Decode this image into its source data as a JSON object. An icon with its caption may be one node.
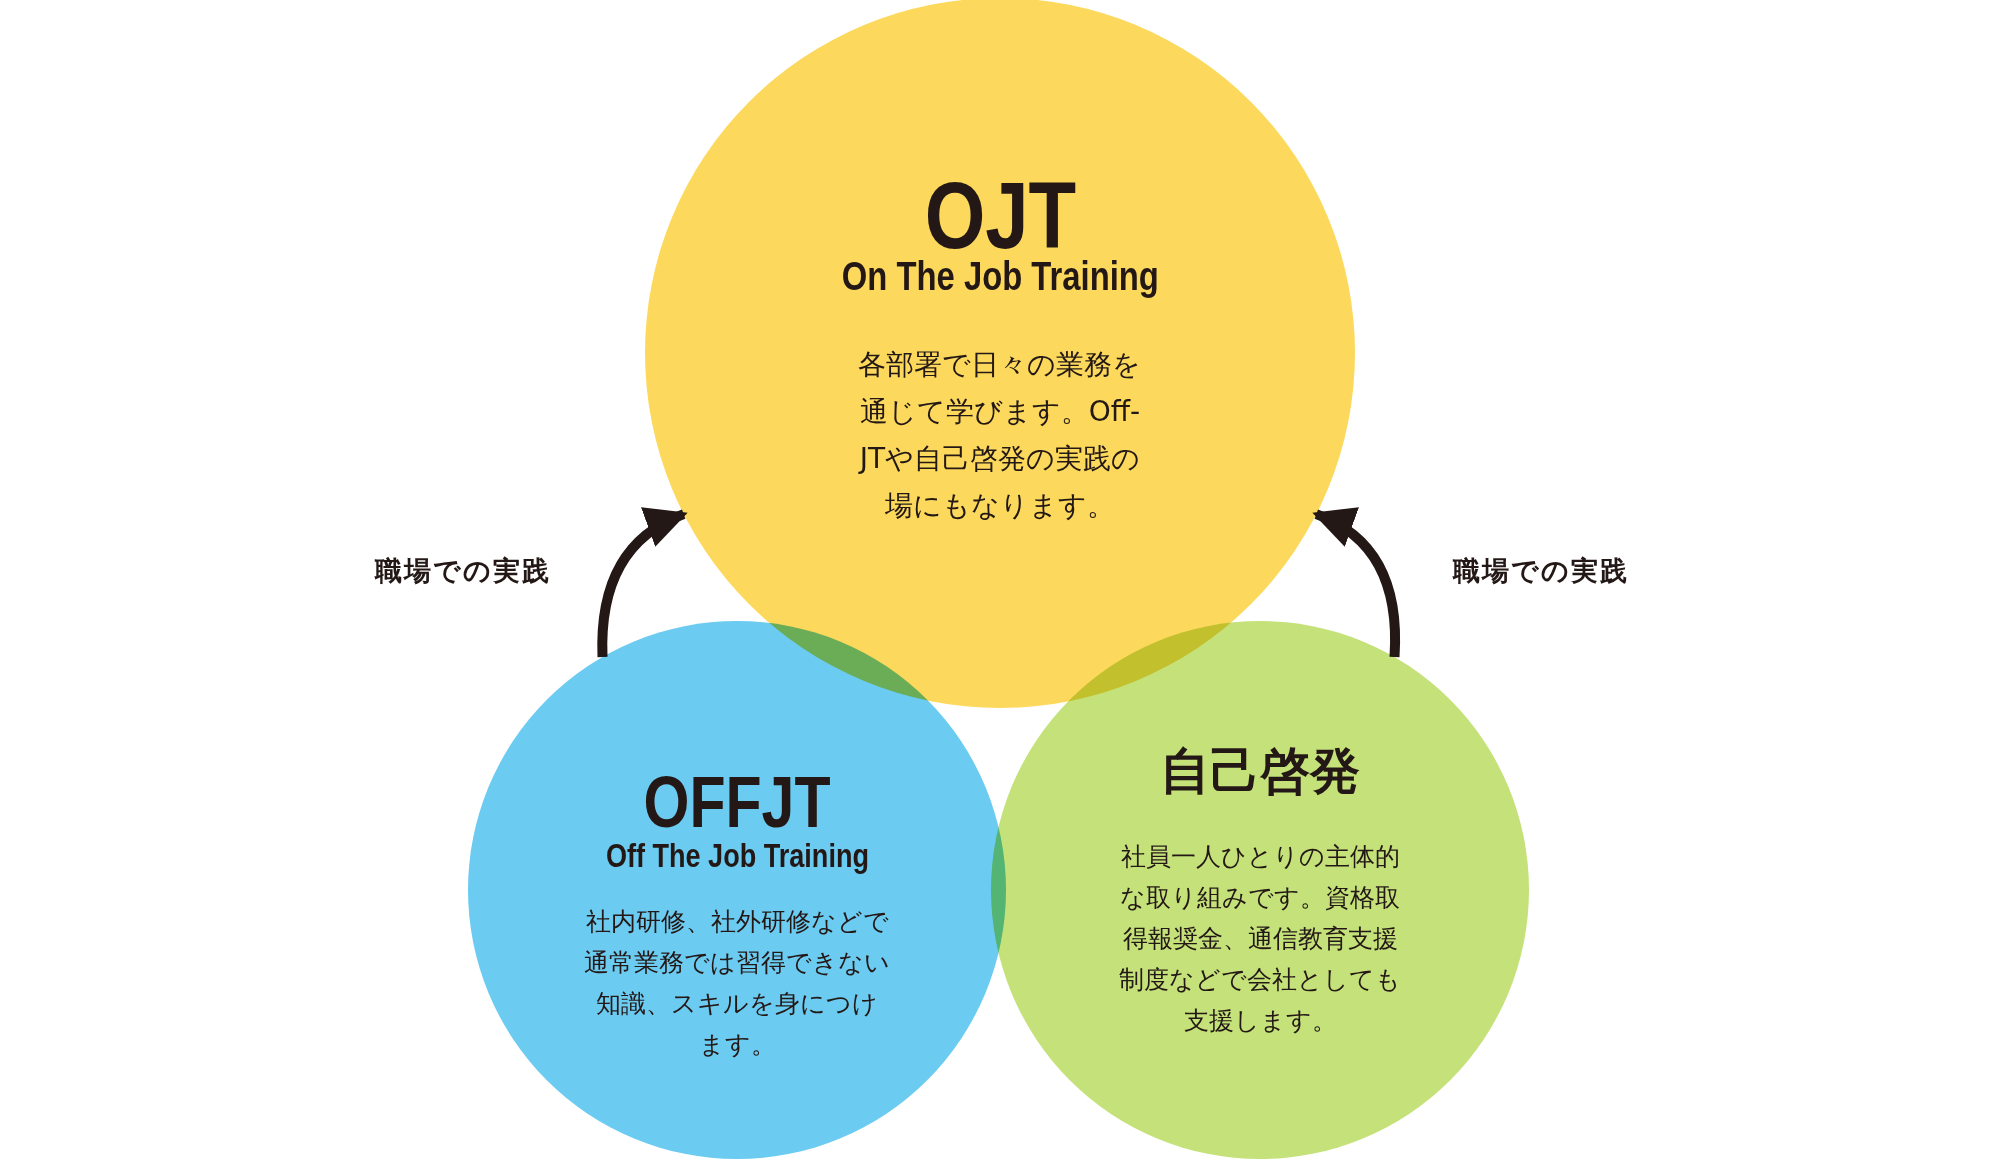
{
  "diagram": {
    "nodes": [
      {
        "text": [
          "OJT",
          "On The Job Training",
          "各部署で日々の業務を通じて学びます。Off-JTや自己啓発の実践の場にもなります。"
        ]
      },
      {
        "text": [
          "OFFJT",
          "Off The Job Training",
          "社内研修、社外研修などで通常業務では習得できない知識、スキルを身につけます。"
        ]
      },
      {
        "text": [
          "自己啓発",
          "社員一人ひとりの主体的な取り組みです。資格取得報奨金、通信教育支援制度などで会社としても支援します。"
        ]
      }
    ],
    "edges": [
      {
        "from": 1,
        "to": 0,
        "arrow": "to",
        "label": "職場での実践"
      },
      {
        "from": 2,
        "to": 0,
        "arrow": "to",
        "label": "職場での実践"
      }
    ]
  }
}
